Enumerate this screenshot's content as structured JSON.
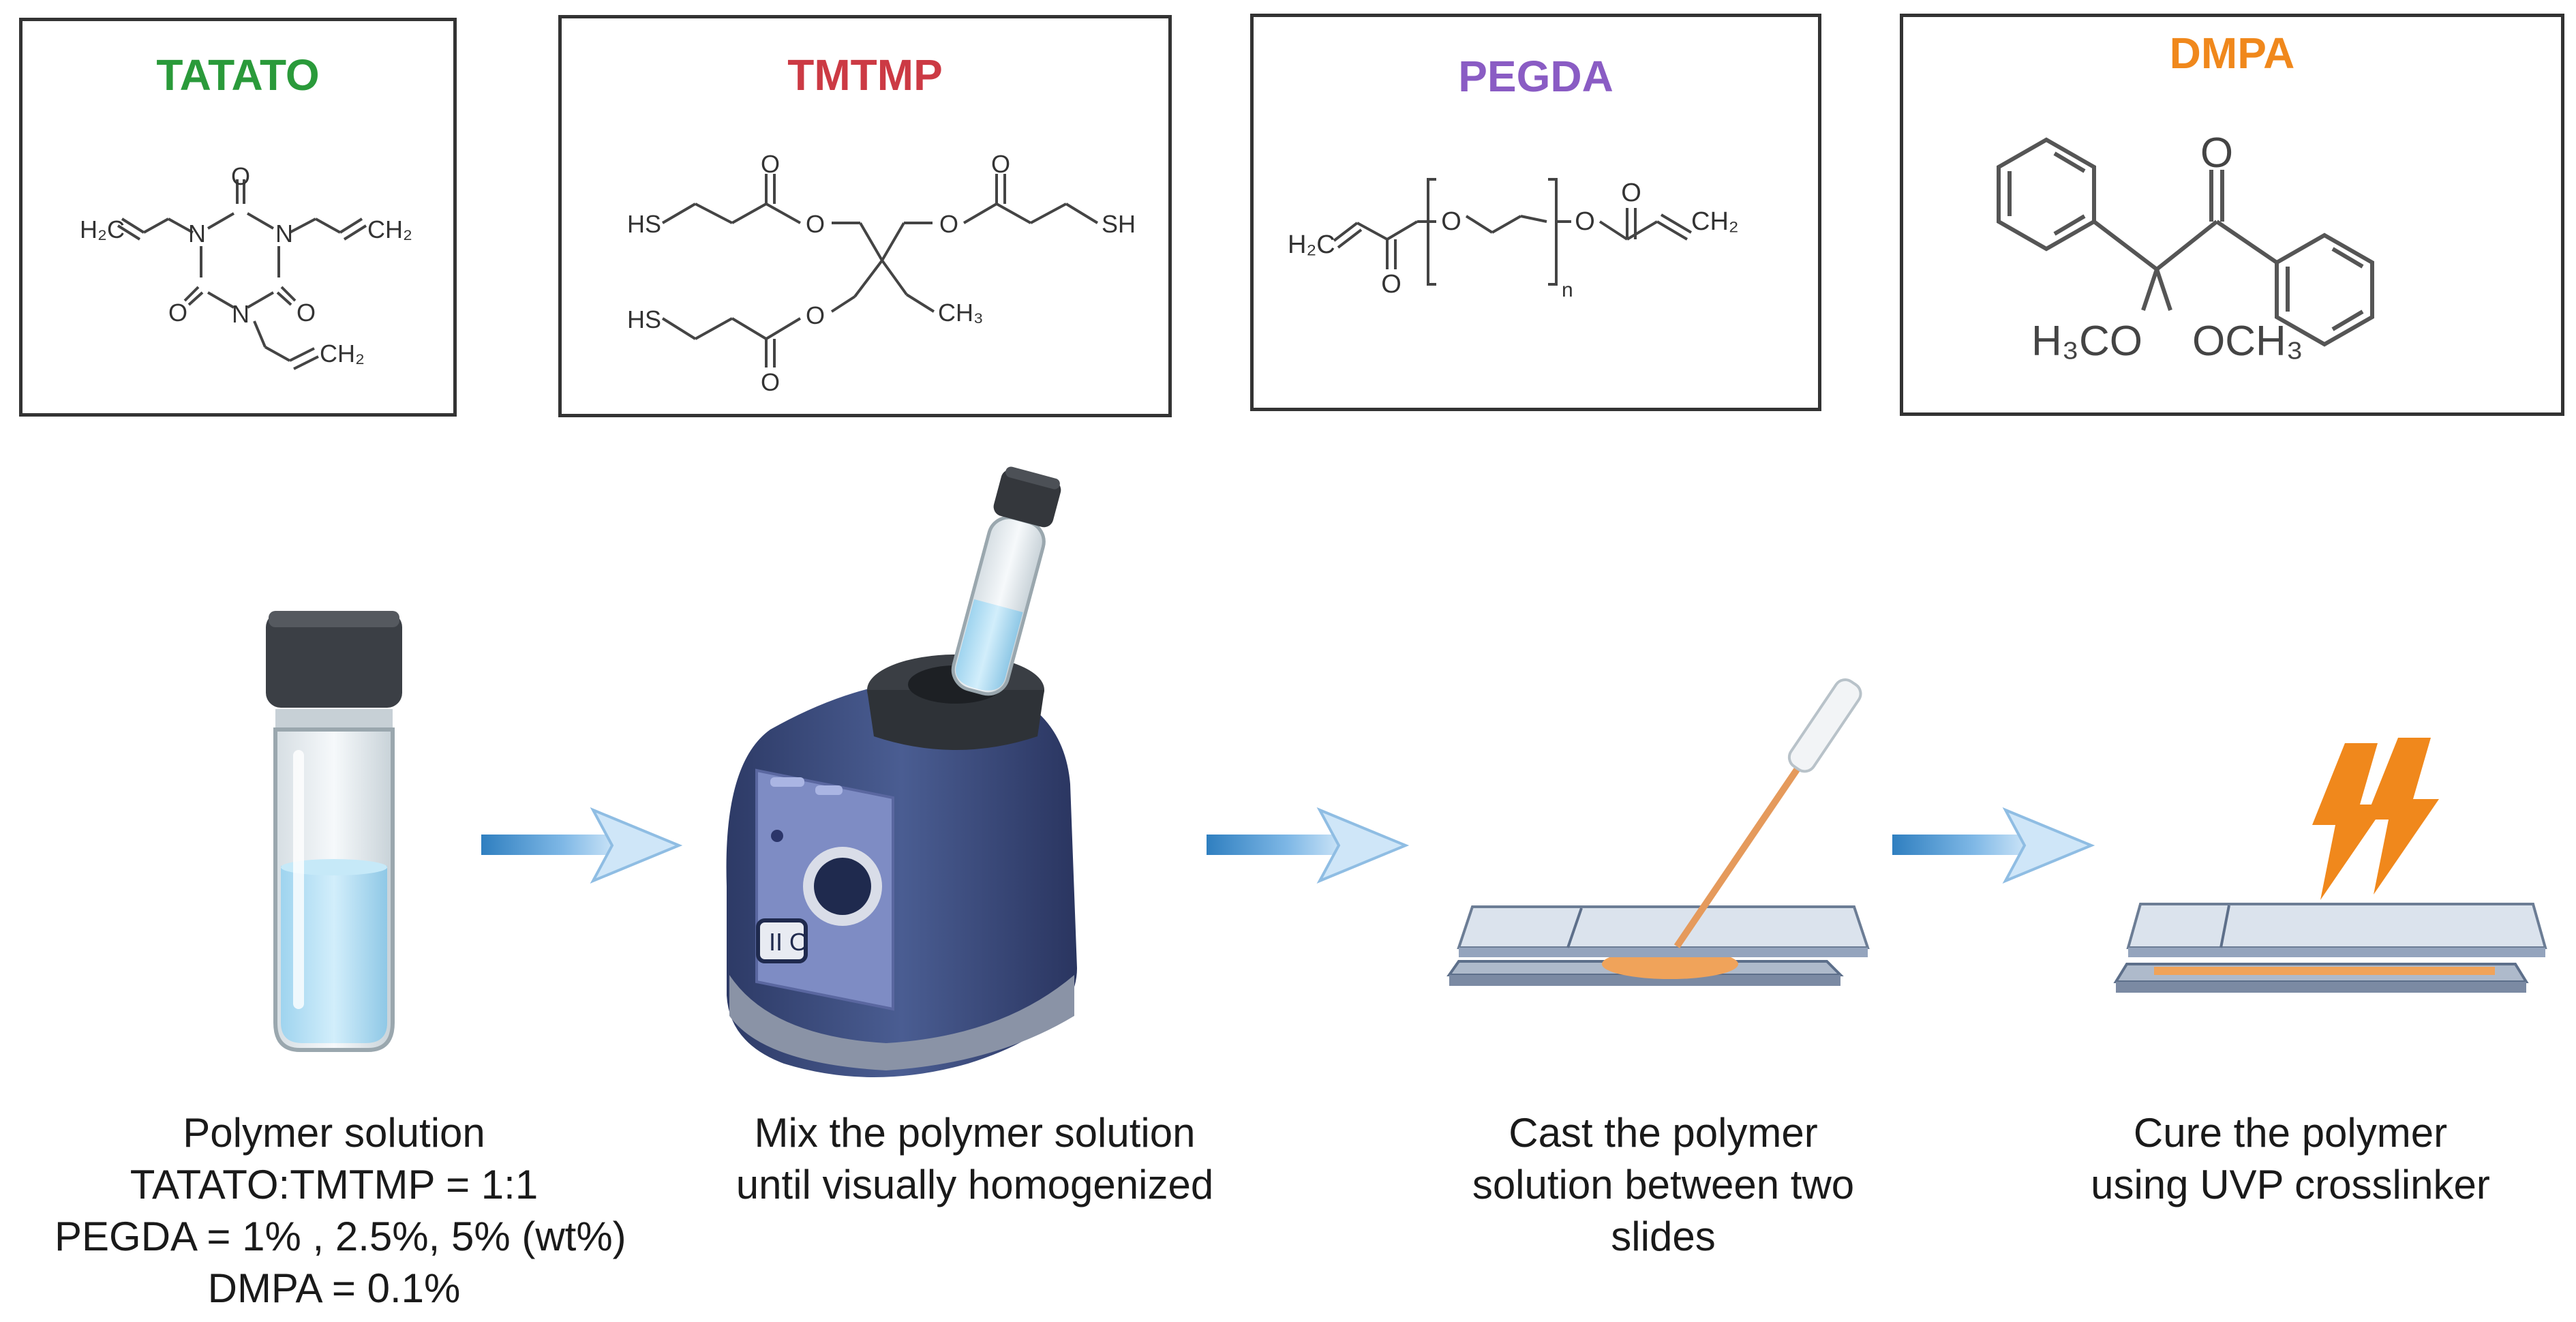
{
  "reagents": [
    {
      "name": "TATATO",
      "color": "#2a9a3a"
    },
    {
      "name": "TMTMP",
      "color": "#cc3a44"
    },
    {
      "name": "PEGDA",
      "color": "#8a5cc4"
    },
    {
      "name": "DMPA",
      "color": "#f0881c"
    }
  ],
  "structure_labels": {
    "tatato": {
      "h2c_left": "H₂C",
      "ch2_right": "CH₂",
      "ch2_bottom": "CH₂",
      "o": "O",
      "n": "N"
    },
    "tmtmp": {
      "sh": "SH",
      "hs": "HS",
      "ch3": "CH₃",
      "o": "O"
    },
    "pegda": {
      "h2c": "H₂C",
      "ch2": "CH₂",
      "o": "O",
      "n": "n"
    },
    "dmpa": {
      "o": "O",
      "h3co": "H₃CO",
      "och3": "OCH₃"
    }
  },
  "steps": [
    {
      "caption": [
        "Polymer solution",
        "TATATO:TMTMP = 1:1",
        "PEGDA = 1% , 2.5%, 5% (wt%)",
        "DMPA = 0.1%"
      ]
    },
    {
      "caption": [
        "Mix the polymer solution",
        "until visually homogenized"
      ]
    },
    {
      "caption": [
        "Cast the polymer",
        "solution between two",
        "slides"
      ]
    },
    {
      "caption": [
        "Cure the polymer",
        "using UVP crosslinker"
      ]
    }
  ],
  "colors": {
    "arrow": "#4a90c8",
    "liquid": "#bfe3f5",
    "polymer": "#f0a35a",
    "lightning": "#f0881c",
    "vortex_body": "#3a4a7a",
    "frame": "#333333"
  }
}
